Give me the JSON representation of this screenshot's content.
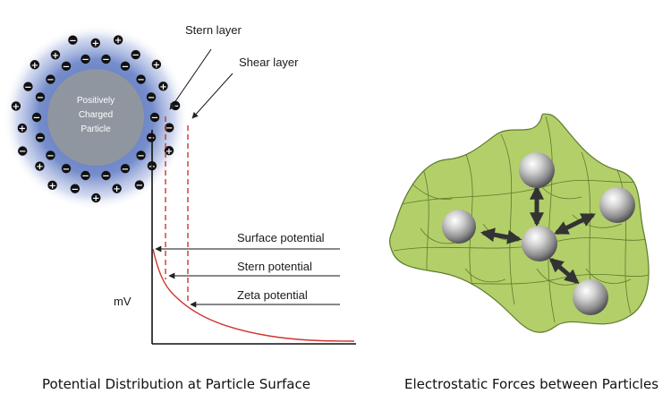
{
  "diagram": {
    "particle": {
      "label_lines": [
        "Positively",
        "Charged",
        "Particle"
      ],
      "plus_sign": "+",
      "minus_sign": "−"
    },
    "labels": {
      "stern_layer": "Stern layer",
      "shear_layer": "Shear layer",
      "surface_potential": "Surface potential",
      "stern_potential": "Stern potential",
      "zeta_potential": "Zeta potential",
      "axis_unit": "mV"
    },
    "colors": {
      "halo": "#3f5fb0",
      "particle_fill": "#8f96a0",
      "curve": "#d0342c",
      "dashed": "#d0342c",
      "blob_fill": "#b3cf6a",
      "blob_stroke": "#5e7a2a",
      "sphere": "#9e9e9e",
      "arrow": "#333333"
    }
  },
  "captions": {
    "left": "Potential Distribution at Particle Surface",
    "right": "Electrostatic Forces between Particles"
  }
}
